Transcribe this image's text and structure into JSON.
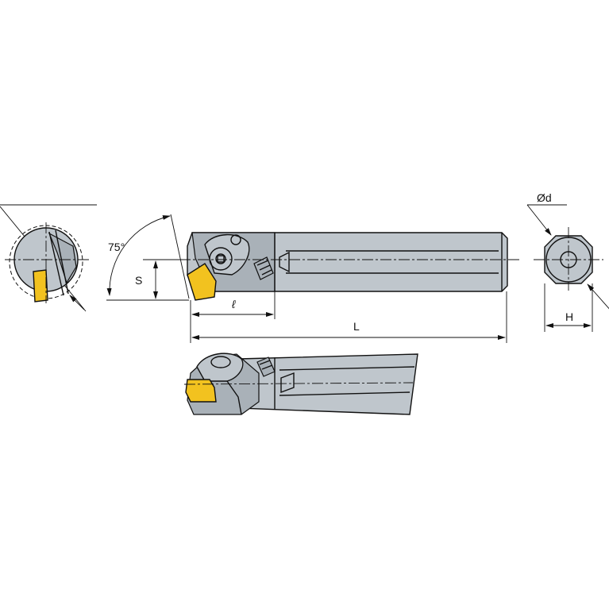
{
  "drawing": {
    "labels": {
      "angle": "75°",
      "s": "S",
      "l_small": "ℓ",
      "l_total": "L",
      "diameter": "Ød",
      "h": "H"
    },
    "colors": {
      "insert": "#f2c21f",
      "body": "#bfc6cc",
      "body_shade": "#a9b1b8",
      "line": "#111111"
    }
  }
}
